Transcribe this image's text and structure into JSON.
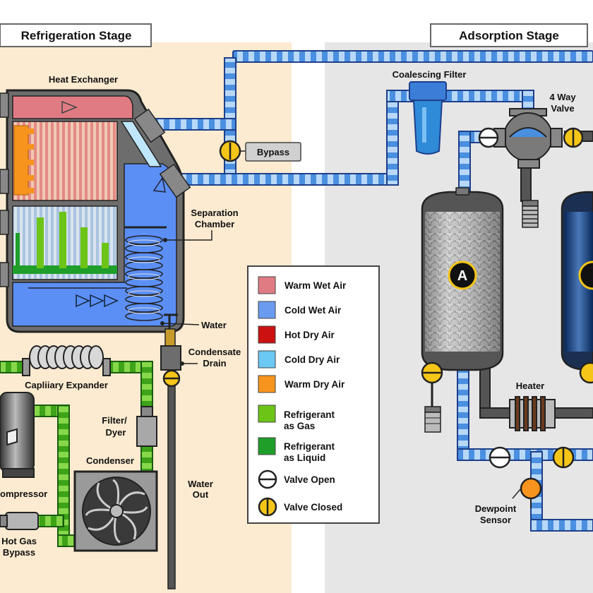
{
  "stages": {
    "refrigeration": "Refrigeration Stage",
    "adsorption": "Adsorption Stage"
  },
  "labels": {
    "heat_exchanger": "Heat Exchanger",
    "bypass": "Bypass",
    "separation_chamber_1": "Separation",
    "separation_chamber_2": "Chamber",
    "water": "Water",
    "condensate_drain_1": "Condensate",
    "condensate_drain_2": "Drain",
    "capillary_expander": "Capliiary Expander",
    "filter_dyer_1": "Filter/",
    "filter_dyer_2": "Dyer",
    "condenser": "Condenser",
    "compressor": "ompressor",
    "water_out_1": "Water",
    "water_out_2": "Out",
    "hot_gas_bypass_1": "Hot Gas",
    "hot_gas_bypass_2": "Bypass",
    "coalescing_filter": "Coalescing Filter",
    "four_way_valve_1": "4 Way",
    "four_way_valve_2": "Valve",
    "heater": "Heater",
    "dewpoint_sensor_1": "Dewpoint",
    "dewpoint_sensor_2": "Sensor",
    "tower_a": "A"
  },
  "legend": [
    {
      "label": "Warm Wet Air",
      "color": "#e07b84"
    },
    {
      "label": "Cold Wet Air",
      "color": "#6b9bf0"
    },
    {
      "label": "Hot Dry Air",
      "color": "#cc1111"
    },
    {
      "label": "Cold Dry Air",
      "color": "#6cc8f4"
    },
    {
      "label": "Warm Dry Air",
      "color": "#f7941d"
    },
    {
      "label": "Refrigerant",
      "label2": "as Gas",
      "color": "#6cc417"
    },
    {
      "label": "Refrigerant",
      "label2": "as Liquid",
      "color": "#1f9e2a"
    },
    {
      "label": "Valve Open",
      "icon": "valve-open-icon"
    },
    {
      "label": "Valve Closed",
      "icon": "valve-closed-icon"
    }
  ],
  "colors": {
    "refrigeration_bg": "#fcebd0",
    "adsorption_bg": "#e6e6e6",
    "pipe_blue": "#4a90e2",
    "pipe_light": "#a9d0f5",
    "pipe_green": "#4cb81c",
    "chamber_blue": "#5b8ff5",
    "heat_pink": "#e07b84",
    "valve_yellow": "#f5c518",
    "sensor_orange": "#f7941d"
  }
}
